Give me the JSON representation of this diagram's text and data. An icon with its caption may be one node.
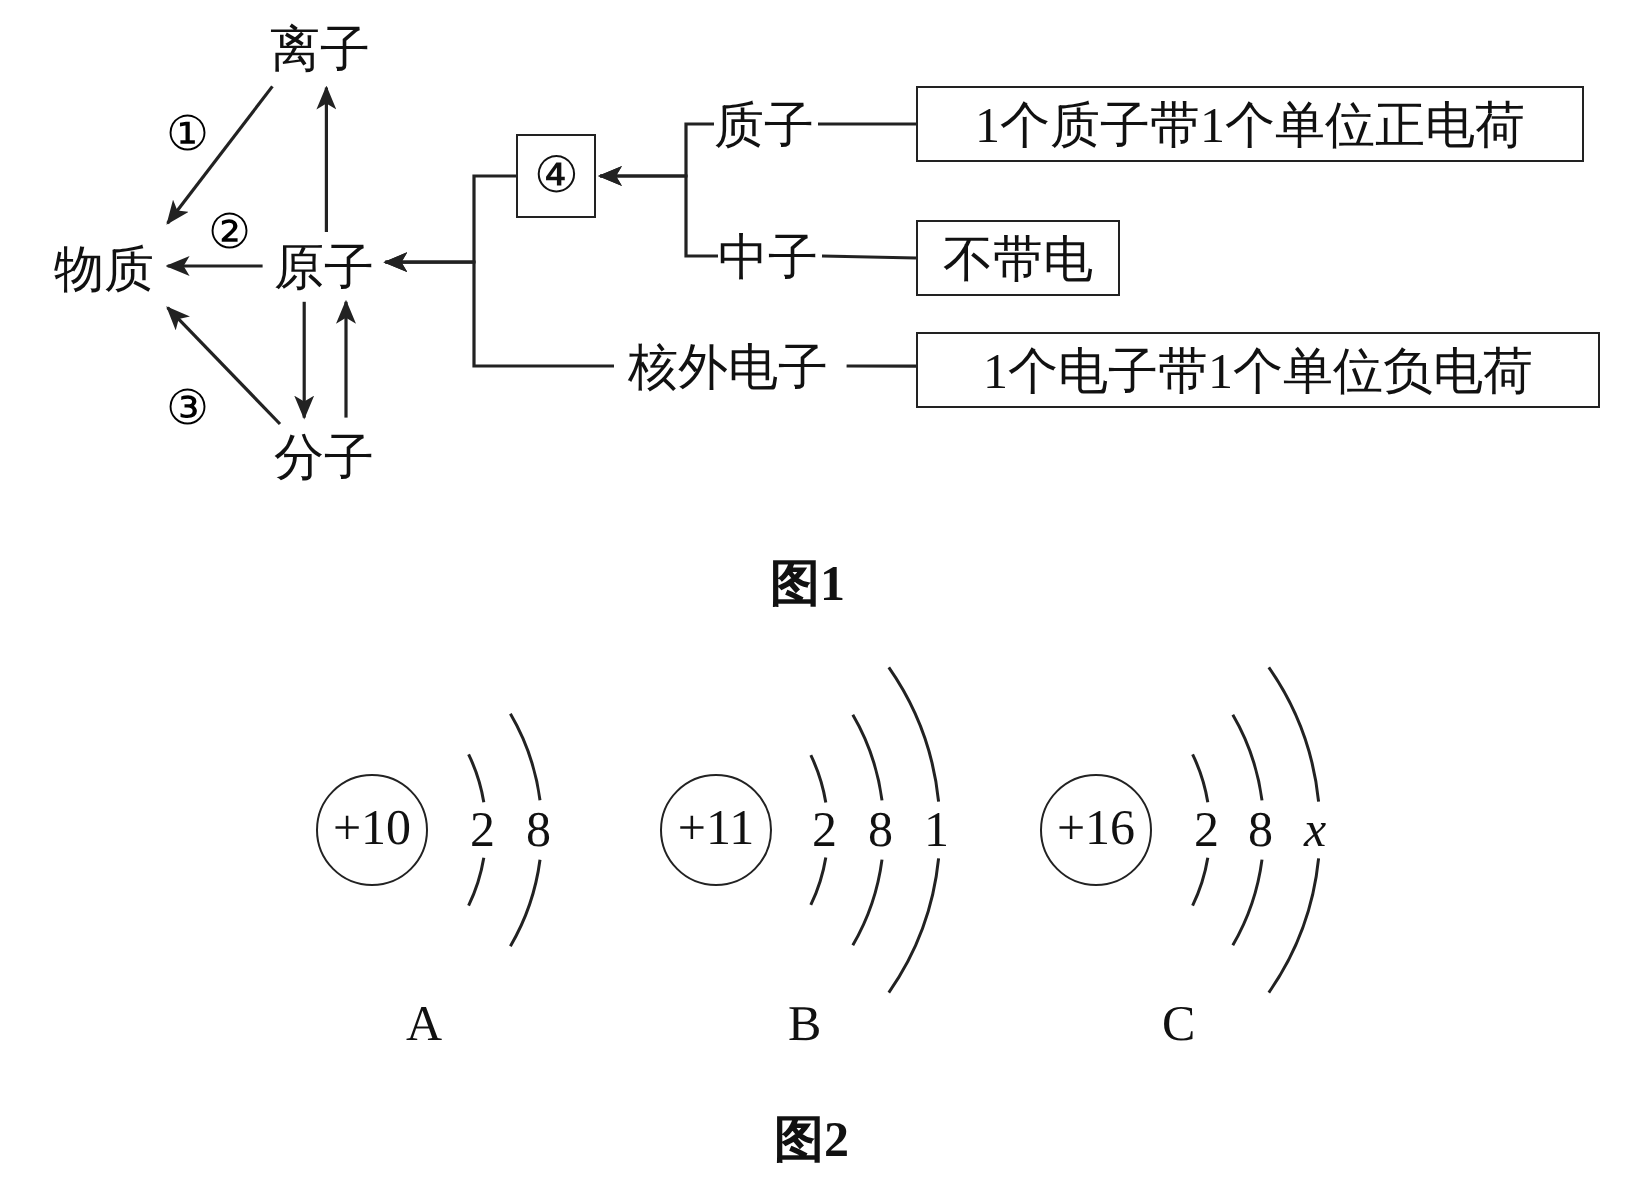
{
  "diagram": {
    "nodes": [
      {
        "text": [
          "离子"
        ]
      },
      {
        "text": [
          "物质"
        ]
      },
      {
        "text": [
          "原子"
        ]
      },
      {
        "text": [
          "分子"
        ]
      },
      {
        "text": [
          "④"
        ]
      },
      {
        "text": [
          "质子"
        ]
      },
      {
        "text": [
          "中子"
        ]
      },
      {
        "text": [
          "核外电子"
        ]
      },
      {
        "text": [
          "1个质子带1个单位正电荷"
        ]
      },
      {
        "text": [
          "不带电"
        ]
      },
      {
        "text": [
          "1个电子带1个单位负电荷"
        ]
      },
      {
        "text": [
          "+10"
        ]
      },
      {
        "text": [
          "+11"
        ]
      },
      {
        "text": [
          "+16"
        ]
      }
    ],
    "edges": [
      {
        "from": 0,
        "to": 1,
        "arrow": "to",
        "label": "①"
      },
      {
        "from": 2,
        "to": 1,
        "arrow": "to",
        "label": "②"
      },
      {
        "from": 3,
        "to": 1,
        "arrow": "to",
        "label": "③"
      },
      {
        "from": 2,
        "to": 0,
        "arrow": "to"
      },
      {
        "from": 2,
        "to": 3,
        "arrow": "to"
      },
      {
        "from": 3,
        "to": 2,
        "arrow": "to"
      },
      {
        "from": 5,
        "to": 4,
        "arrow": "to"
      },
      {
        "from": 6,
        "to": 4,
        "arrow": "to"
      },
      {
        "from": 4,
        "to": 2,
        "arrow": "to"
      },
      {
        "from": 7,
        "to": 2,
        "arrow": "to"
      },
      {
        "from": 5,
        "to": 8,
        "arrow": "none"
      },
      {
        "from": 6,
        "to": 9,
        "arrow": "none"
      },
      {
        "from": 7,
        "to": 10,
        "arrow": "none"
      }
    ],
    "labels": [
      "图1",
      "2",
      "8",
      "2",
      "8",
      "1",
      "2",
      "8",
      "x",
      "A",
      "B",
      "C",
      "图2"
    ]
  }
}
